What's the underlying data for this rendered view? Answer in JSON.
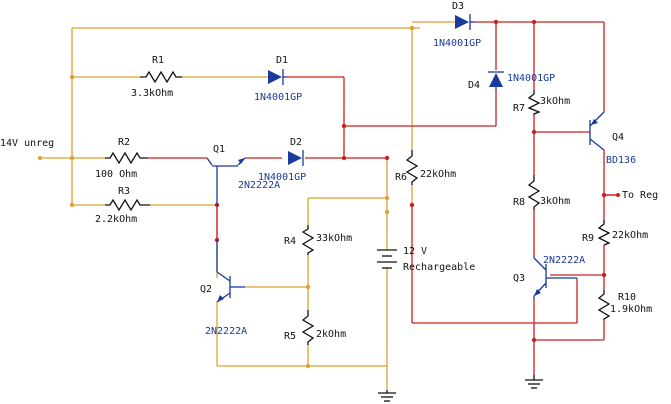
{
  "colors": {
    "wire_supply": "#e0a030",
    "wire_signal": "#cc2020",
    "component": "#1a3a9c",
    "label": "#111111"
  },
  "labels": {
    "input": "14V unreg",
    "output": "To Reg",
    "battery": "12 V",
    "battery_sub": "Rechargeable"
  },
  "components": {
    "R1": {
      "ref": "R1",
      "value": "3.3kOhm"
    },
    "R2": {
      "ref": "R2",
      "value": "100 Ohm"
    },
    "R3": {
      "ref": "R3",
      "value": "2.2kOhm"
    },
    "R4": {
      "ref": "R4",
      "value": "33kOhm"
    },
    "R5": {
      "ref": "R5",
      "value": "2kOhm"
    },
    "R6": {
      "ref": "R6",
      "value": "22kOhm"
    },
    "R7": {
      "ref": "R7",
      "value": "3kOhm"
    },
    "R8": {
      "ref": "R8",
      "value": "3kOhm"
    },
    "R9": {
      "ref": "R9",
      "value": "22kOhm"
    },
    "R10": {
      "ref": "R10",
      "value": "1.9kOhm"
    },
    "D1": {
      "ref": "D1",
      "part": "1N4001GP"
    },
    "D2": {
      "ref": "D2",
      "part": "1N4001GP"
    },
    "D3": {
      "ref": "D3",
      "part": "1N4001GP"
    },
    "D4": {
      "ref": "D4",
      "part": "1N4001GP"
    },
    "Q1": {
      "ref": "Q1",
      "part": "2N2222A"
    },
    "Q2": {
      "ref": "Q2",
      "part": "2N2222A"
    },
    "Q3": {
      "ref": "Q3",
      "part": "2N2222A"
    },
    "Q4": {
      "ref": "Q4",
      "part": "BD136"
    }
  }
}
